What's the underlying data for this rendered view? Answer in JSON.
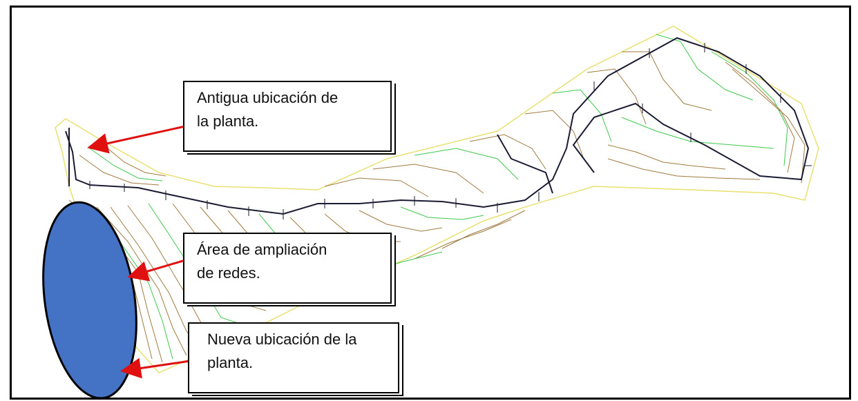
{
  "callouts": {
    "old_location": {
      "line1": "Antigua ubicación de",
      "line2": "la planta."
    },
    "expansion_area": {
      "line1": "Área de ampliación",
      "line2": "de redes."
    },
    "new_location": {
      "line1": "Nueva ubicación de la",
      "line2": "planta."
    }
  },
  "colors": {
    "site_outline": "#e8e070",
    "contours_brown": "#a07a40",
    "contours_green": "#3cc84a",
    "network": "#1a1a33",
    "arrows": "#e01010",
    "new_plant_fill": "#4472c4"
  }
}
